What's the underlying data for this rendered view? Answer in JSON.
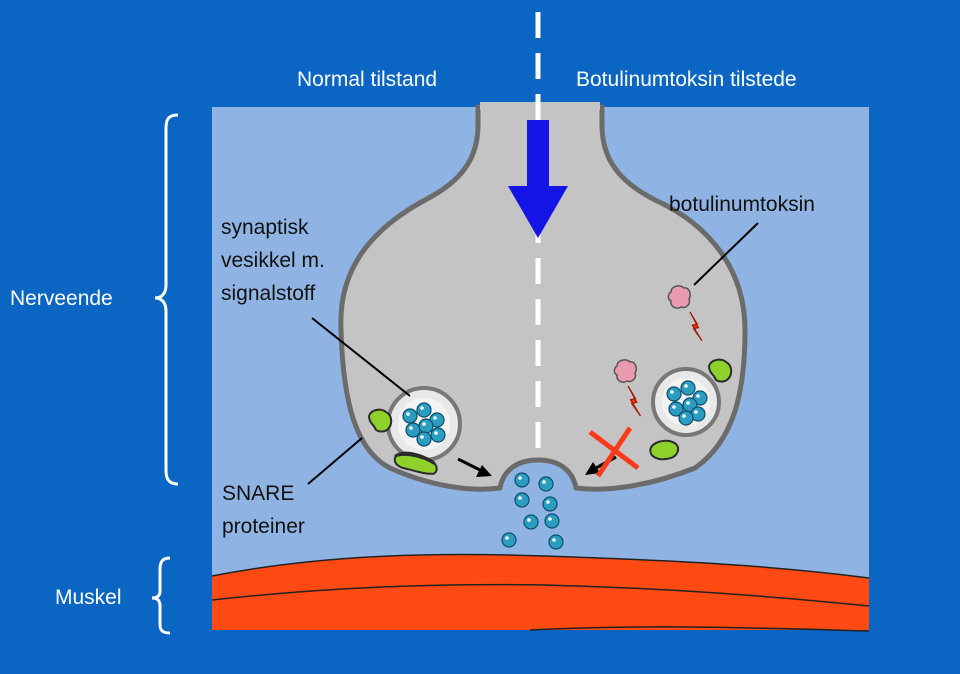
{
  "labels": {
    "normal": "Normal tilstand",
    "botulinum_present": "Botulinumtoksin tilstede",
    "botulinumtoxin": "botulinumtoksin",
    "vesicle_line1": "synaptisk",
    "vesicle_line2": "vesikkel m.",
    "vesicle_line3": "signalstoff",
    "snare_line1": "SNARE",
    "snare_line2": "proteiner",
    "nerve_ending": "Nerveende",
    "muscle": "Muskel"
  },
  "colors": {
    "background": "#0a66c2",
    "extracellular": "#8fb4e3",
    "terminal": "#c4c4c4",
    "terminal_outline": "#6b6b6b",
    "signal_arrow": "#1414e6",
    "muscle": "#ff4a14",
    "snare": "#8ed12a",
    "vesicle_dot": "#2a9dc0",
    "toxin": "#e99aae",
    "lightning": "#ff3010",
    "cross": "#ff3a1a"
  }
}
